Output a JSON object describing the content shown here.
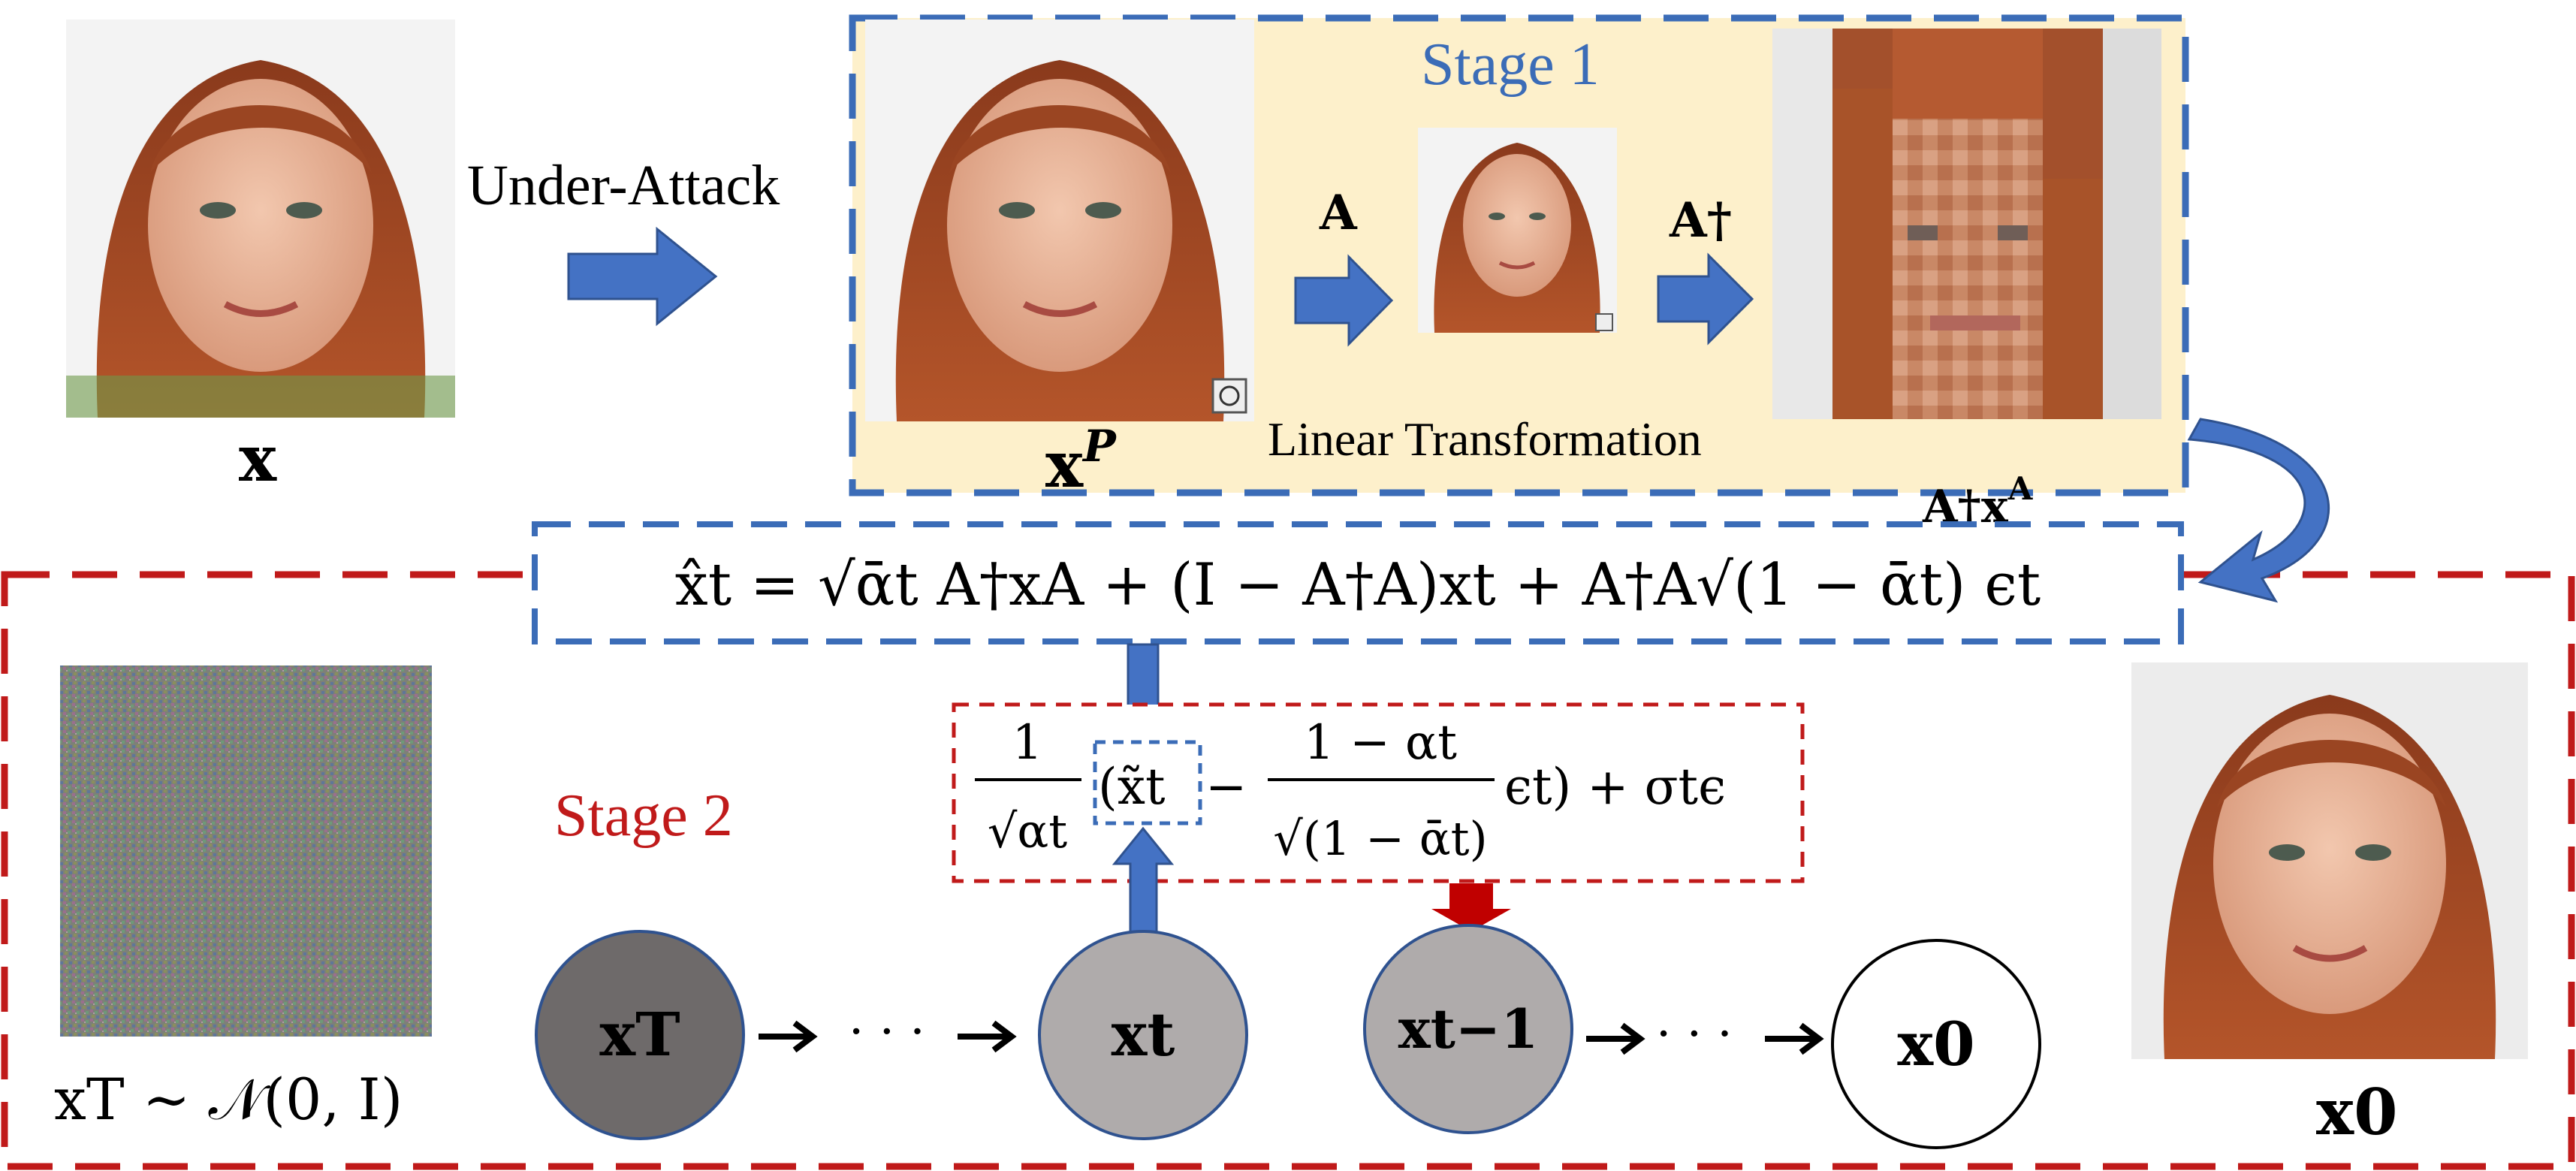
{
  "colors": {
    "stage1_blue": "#3B6CB7",
    "stage2_red": "#C01A1A",
    "stage1_fill": "#FDF0CB",
    "arrow_blue": "#4472C4",
    "arrow_red": "#C00000",
    "node_dark": "#6E6A6A",
    "node_gray": "#AFABAB",
    "node_white": "#FFFFFF",
    "node_stroke": "#2F528F"
  },
  "icons": {
    "face_image": "face-photo",
    "pixelated_image": "pixelated-face",
    "noise_image": "gaussian-noise-patch"
  },
  "labels": {
    "x": "x",
    "under_attack": "Under-Attack",
    "x_p_base": "x",
    "x_p_sup": "P",
    "stage1": "Stage 1",
    "A": "A",
    "A_dagger": "A†",
    "linear_transformation": "Linear Transformation",
    "A_dagger_xA_base": "A†x",
    "A_dagger_xA_sup": "A",
    "stage2": "Stage 2",
    "xT_noise": "xT ∼ 𝒩(0, I)",
    "x0_output": "x0"
  },
  "equations": {
    "stage1_eq": "x̂t = √ᾱt A†xA + (I − A†A)xt + A†A√(1 − ᾱt) ϵt",
    "update_frac1_num": "1",
    "update_frac1_den": "√αt",
    "update_xt_tilde": "(x̃t",
    "update_frac2_num": "1 − αt",
    "update_frac2_den": "√(1 − ᾱt)",
    "update_tail": "ϵt) + σtϵ"
  },
  "chain": {
    "nodes": [
      "xT",
      "xt",
      "xt−1",
      "x0"
    ],
    "ellipsis": "· · ·"
  }
}
